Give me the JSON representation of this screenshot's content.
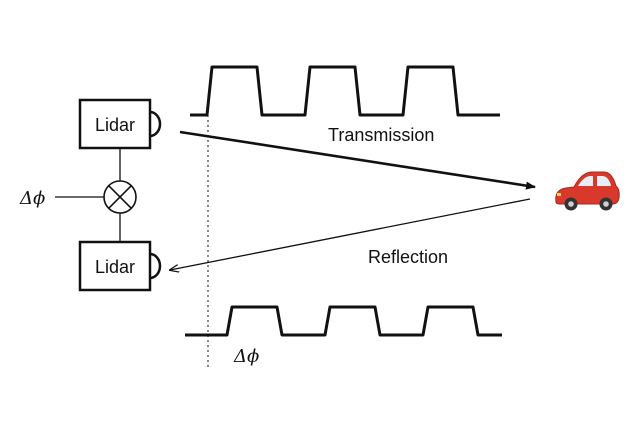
{
  "lidar_top": {
    "label": "Lidar"
  },
  "lidar_bottom": {
    "label": "Lidar"
  },
  "mixer": {
    "input_label": "Δϕ"
  },
  "arrows": {
    "transmission_label": "Transmission",
    "reflection_label": "Reflection"
  },
  "phase_marker": {
    "label": "Δϕ"
  },
  "target": {
    "icon": "car-icon",
    "color": "#d8392b"
  },
  "colors": {
    "ink": "#111111",
    "car_body": "#d8392b",
    "car_window": "#e8eef5",
    "tire": "#333333"
  }
}
